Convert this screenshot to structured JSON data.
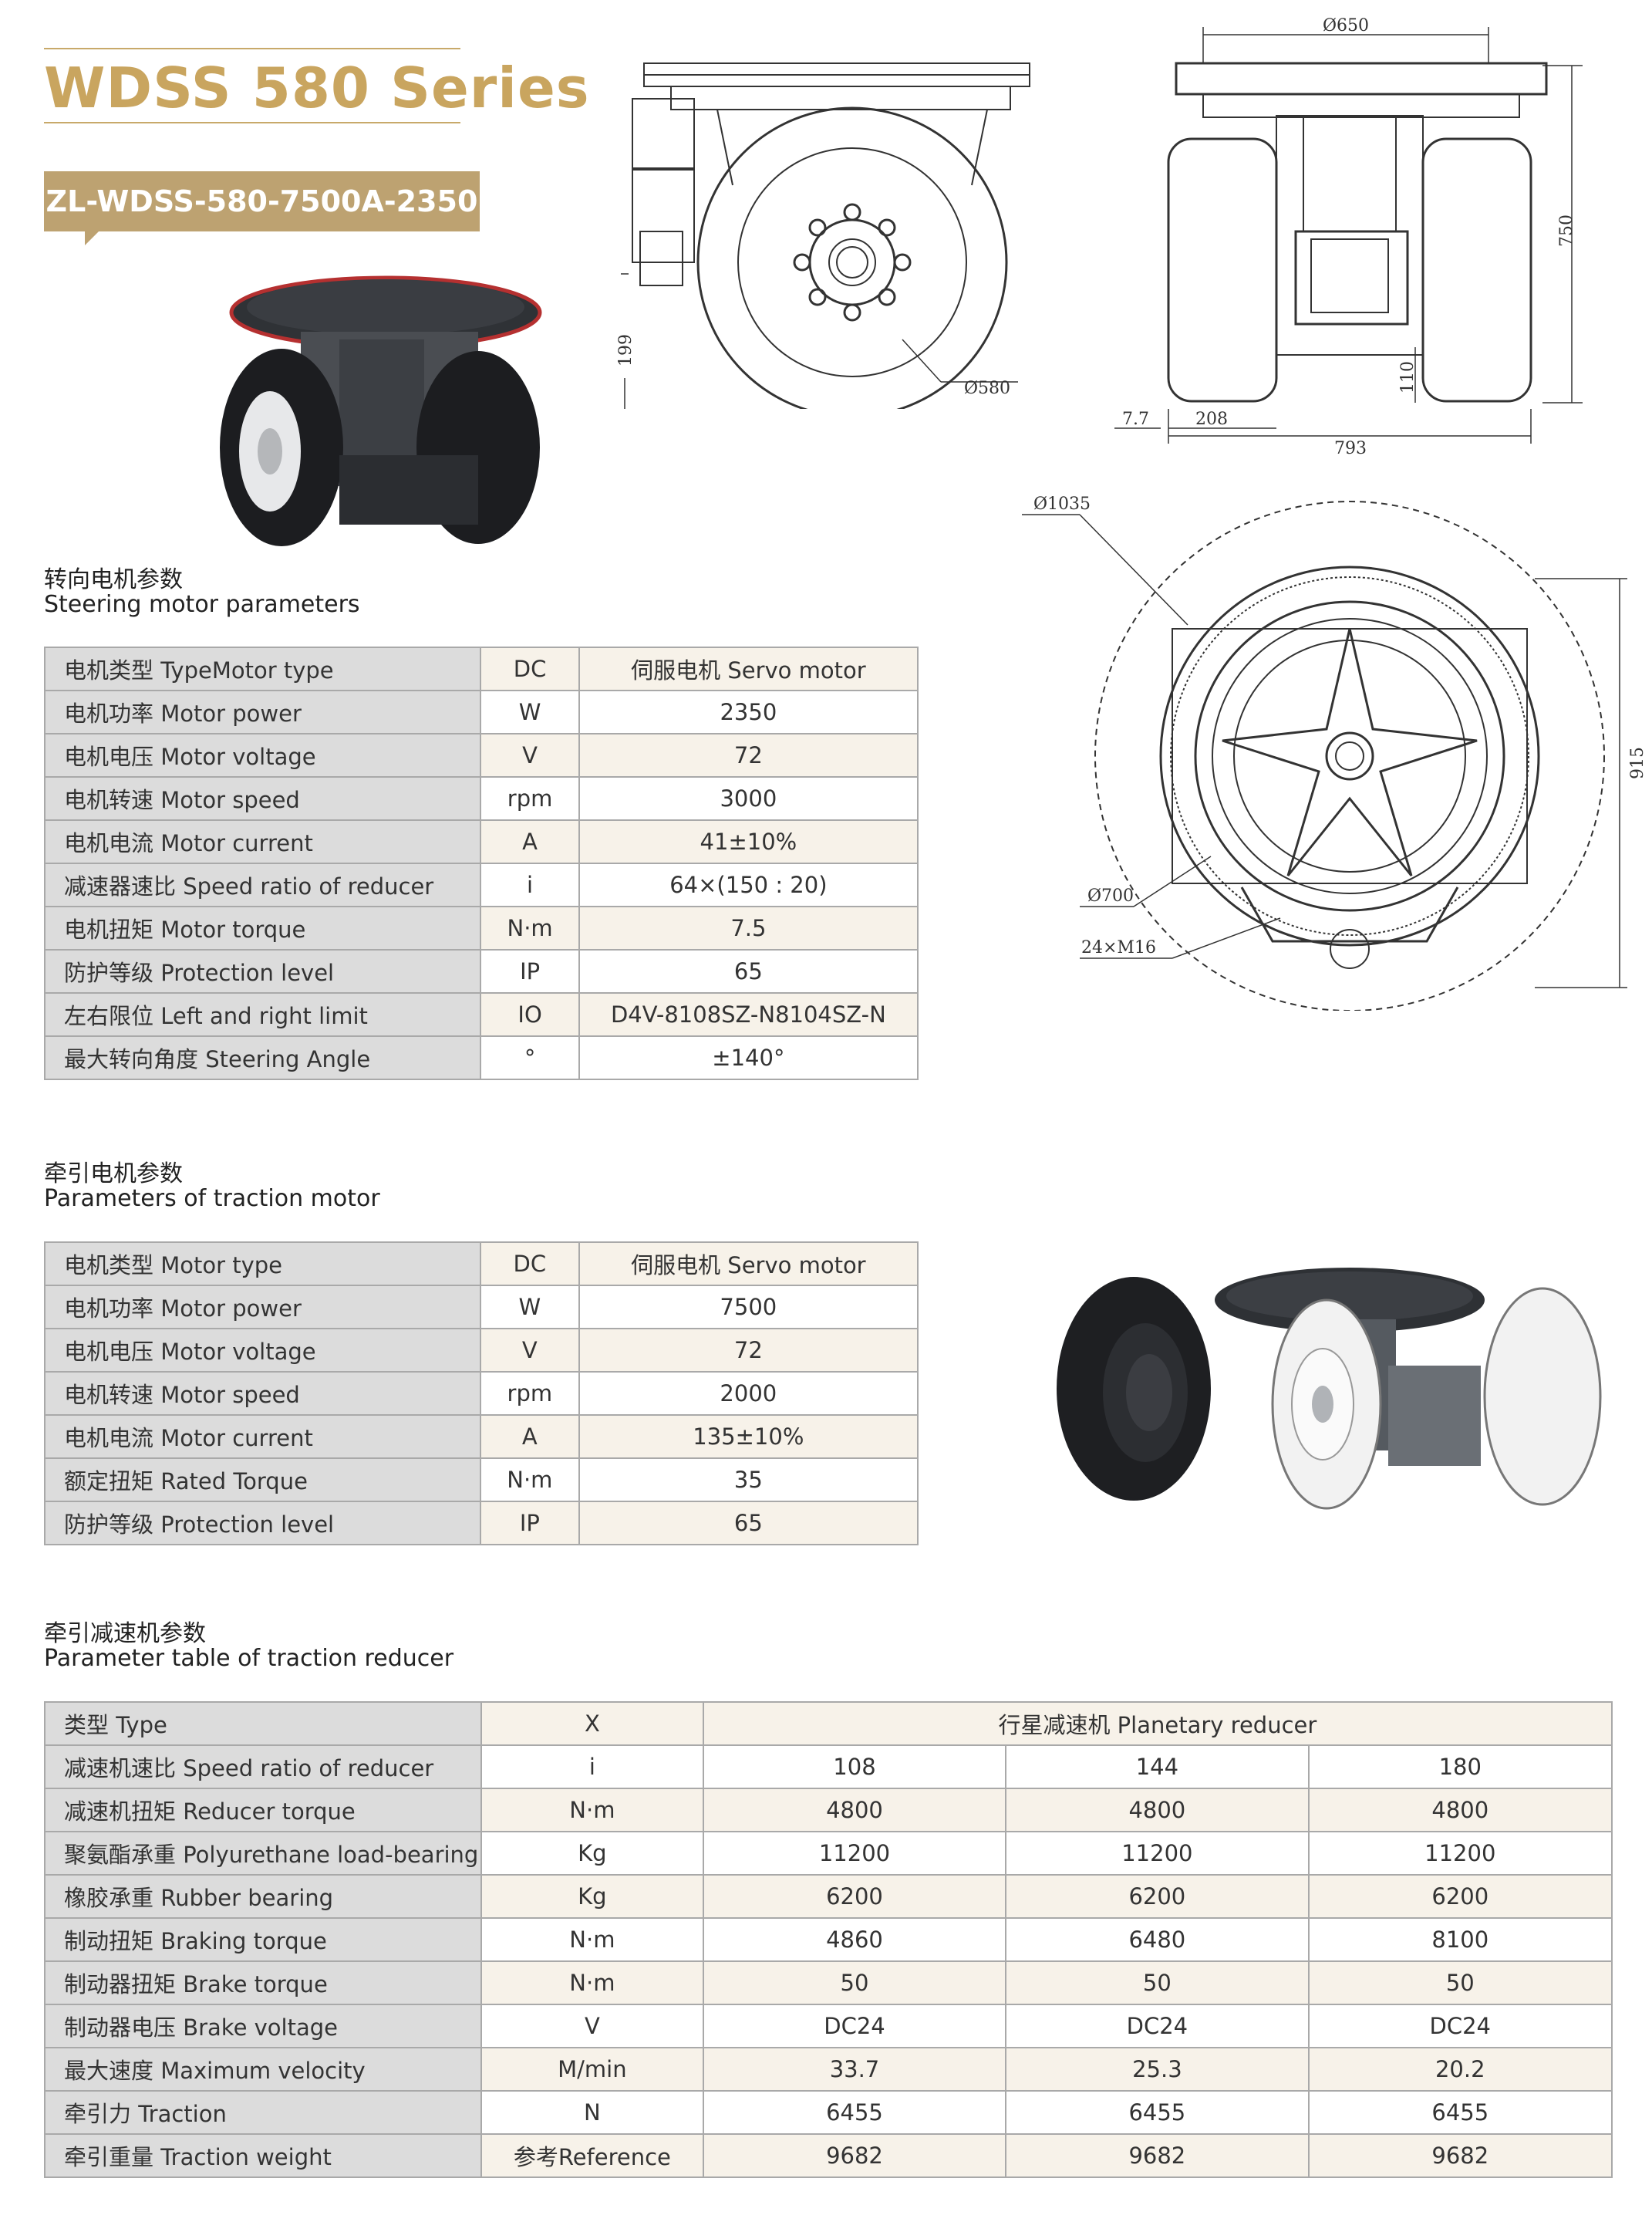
{
  "header": {
    "series_title": "WDSS 580 Series",
    "model_code": "ZL-WDSS-580-7500A-2350"
  },
  "steering": {
    "heading_cn": "转向电机参数",
    "heading_en": "Steering motor parameters",
    "rows": [
      {
        "name": "电机类型 TypeMotor type",
        "unit": "DC",
        "value": "伺服电机 Servo motor"
      },
      {
        "name": "电机功率 Motor power",
        "unit": "W",
        "value": "2350"
      },
      {
        "name": "电机电压 Motor voltage",
        "unit": "V",
        "value": "72"
      },
      {
        "name": "电机转速 Motor speed",
        "unit": "rpm",
        "value": "3000"
      },
      {
        "name": "电机电流 Motor current",
        "unit": "A",
        "value": "41±10%"
      },
      {
        "name": "减速器速比 Speed ratio of reducer",
        "unit": "i",
        "value": "64×(150 : 20)"
      },
      {
        "name": "电机扭矩 Motor torque",
        "unit": "N·m",
        "value": "7.5"
      },
      {
        "name": "防护等级 Protection level",
        "unit": "IP",
        "value": "65"
      },
      {
        "name": "左右限位 Left and right limit",
        "unit": "IO",
        "value": "D4V-8108SZ-N8104SZ-N"
      },
      {
        "name": "最大转向角度 Steering Angle",
        "unit": "°",
        "value": "±140°"
      }
    ]
  },
  "traction_motor": {
    "heading_cn": "牵引电机参数",
    "heading_en": "Parameters of traction motor",
    "rows": [
      {
        "name": "电机类型 Motor type",
        "unit": "DC",
        "value": "伺服电机 Servo motor"
      },
      {
        "name": "电机功率 Motor power",
        "unit": "W",
        "value": "7500"
      },
      {
        "name": "电机电压 Motor voltage",
        "unit": "V",
        "value": "72"
      },
      {
        "name": "电机转速 Motor speed",
        "unit": "rpm",
        "value": "2000"
      },
      {
        "name": "电机电流 Motor current",
        "unit": "A",
        "value": "135±10%"
      },
      {
        "name": "额定扭矩 Rated Torque",
        "unit": "N·m",
        "value": "35"
      },
      {
        "name": "防护等级 Protection level",
        "unit": "IP",
        "value": "65"
      }
    ]
  },
  "reducer": {
    "heading_cn": "牵引减速机参数",
    "heading_en": "Parameter table of traction reducer",
    "type_row": {
      "name": "类型 Type",
      "unit": "X",
      "value": "行星减速机 Planetary reducer"
    },
    "rows": [
      {
        "name": "减速机速比 Speed ratio of reducer",
        "unit": "i",
        "values": [
          "108",
          "144",
          "180"
        ]
      },
      {
        "name": "减速机扭矩 Reducer torque",
        "unit": "N·m",
        "values": [
          "4800",
          "4800",
          "4800"
        ]
      },
      {
        "name": "聚氨酯承重 Polyurethane load-bearing",
        "unit": "Kg",
        "values": [
          "11200",
          "11200",
          "11200"
        ]
      },
      {
        "name": "橡胶承重 Rubber bearing",
        "unit": "Kg",
        "values": [
          "6200",
          "6200",
          "6200"
        ]
      },
      {
        "name": "制动扭矩 Braking torque",
        "unit": "N·m",
        "values": [
          "4860",
          "6480",
          "8100"
        ]
      },
      {
        "name": "制动器扭矩 Brake torque",
        "unit": "N·m",
        "values": [
          "50",
          "50",
          "50"
        ]
      },
      {
        "name": "制动器电压 Brake voltage",
        "unit": "V",
        "values": [
          "DC24",
          "DC24",
          "DC24"
        ]
      },
      {
        "name": "最大速度 Maximum velocity",
        "unit": "M/min",
        "values": [
          "33.7",
          "25.3",
          "20.2"
        ]
      },
      {
        "name": "牵引力 Traction",
        "unit": "N",
        "values": [
          "6455",
          "6455",
          "6455"
        ]
      },
      {
        "name": "牵引重量 Traction weight",
        "unit": "参考Reference",
        "values": [
          "9682",
          "9682",
          "9682"
        ]
      }
    ]
  },
  "drawings": {
    "side_view": {
      "dia_wheel": "Ø580",
      "height_low": "199"
    },
    "front_view": {
      "dia_top": "Ø650",
      "height": "750",
      "height_low": "110",
      "offset": "7.7",
      "wheel_width": "208",
      "width": "793"
    },
    "top_view": {
      "dia_outer": "Ø1035",
      "dia_bolt": "Ø700",
      "bolts": "24×M16",
      "height": "915"
    }
  }
}
